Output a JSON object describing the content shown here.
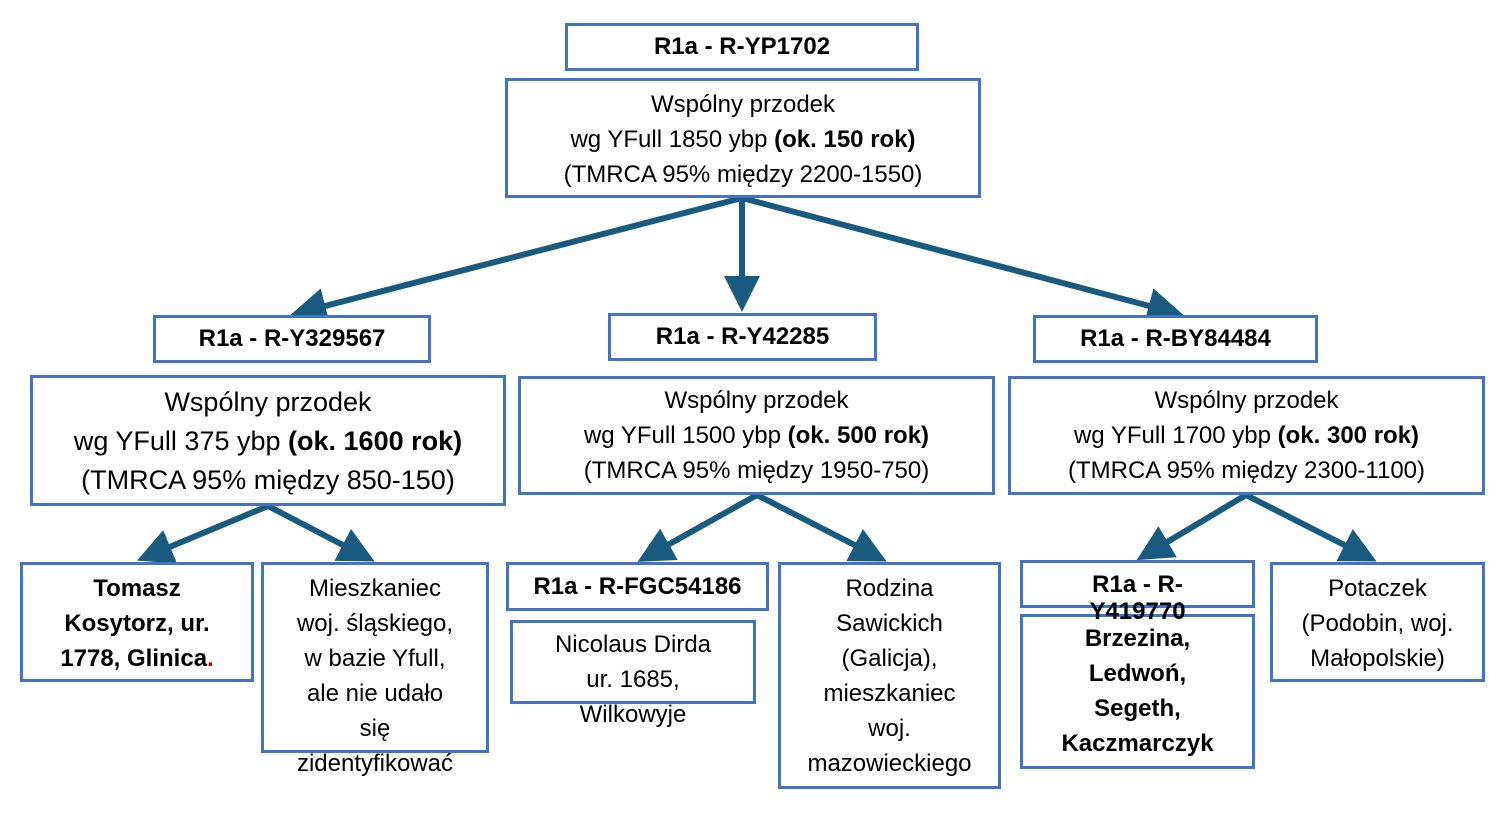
{
  "colors": {
    "box_border": "#4472C4",
    "arrow": "#185B7E",
    "accent_dot": "#d00000"
  },
  "root": {
    "label": "R1a - R-YP1702",
    "line1": "Wspólny przodek",
    "line2_prefix": "wg YFull 1850 ybp ",
    "line2_bold": "(ok. 150 rok)",
    "line3": "(TMRCA 95% między 2200-1550)"
  },
  "left": {
    "label": "R1a - R-Y329567",
    "line1": "Wspólny przodek",
    "line2_prefix": "wg YFull 375 ybp ",
    "line2_bold": "(ok. 1600 rok)",
    "line3": "(TMRCA 95% między 850-150)"
  },
  "middle": {
    "label": "R1a - R-Y42285",
    "line1": "Wspólny przodek",
    "line2_prefix": "wg YFull 1500 ybp ",
    "line2_bold": "(ok. 500 rok)",
    "line3": "(TMRCA 95% między 1950-750)"
  },
  "right": {
    "label": "R1a - R-BY84484",
    "line1": "Wspólny przodek",
    "line2_prefix": "wg YFull 1700 ybp ",
    "line2_bold": "(ok. 300 rok)",
    "line3": "(TMRCA 95% między 2300-1100)"
  },
  "leaves": {
    "kosytorz": {
      "lines": [
        "Tomasz",
        "Kosytorz, ur.",
        "1778, Glinica"
      ],
      "dot": "."
    },
    "mieszkaniec": {
      "lines": [
        "Mieszkaniec",
        "woj. śląskiego,",
        "w bazie Yfull,",
        "ale nie udało",
        "się",
        "zidentyfikować"
      ]
    },
    "fgc": {
      "label": "R1a - R-FGC54186",
      "lines": [
        "Nicolaus Dirda",
        "ur. 1685,",
        "Wilkowyje"
      ]
    },
    "sawickich": {
      "lines": [
        "Rodzina",
        "Sawickich",
        "(Galicja),",
        "mieszkaniec",
        "woj.",
        "mazowieckiego"
      ]
    },
    "y419770": {
      "label_lines": [
        "R1a - R-",
        "Y419770"
      ],
      "lines": [
        "Brzezina,",
        "Ledwoń,",
        "Segeth,",
        "Kaczmarczyk"
      ]
    },
    "potaczek": {
      "lines": [
        "Potaczek",
        "(Podobin, woj.",
        "Małopolskie)"
      ]
    }
  }
}
